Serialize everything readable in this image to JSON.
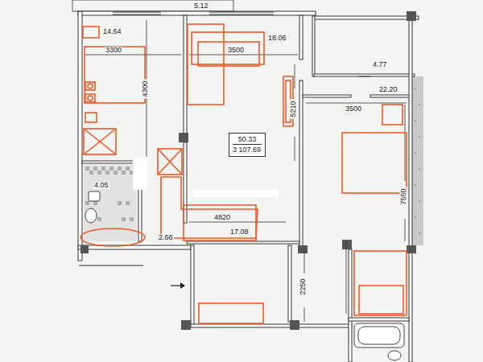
{
  "diagram": {
    "nodes": [
      {
        "text": [
          "50.33",
          "3 107.69"
        ]
      }
    ],
    "labels": [
      "5.12",
      "14.64",
      "3300",
      "4300",
      "3500",
      "18.06",
      "4.77",
      "5210",
      "3500",
      "22.20",
      "4.05",
      "4820",
      "2.66",
      "17.08",
      "7550",
      "2250"
    ]
  }
}
